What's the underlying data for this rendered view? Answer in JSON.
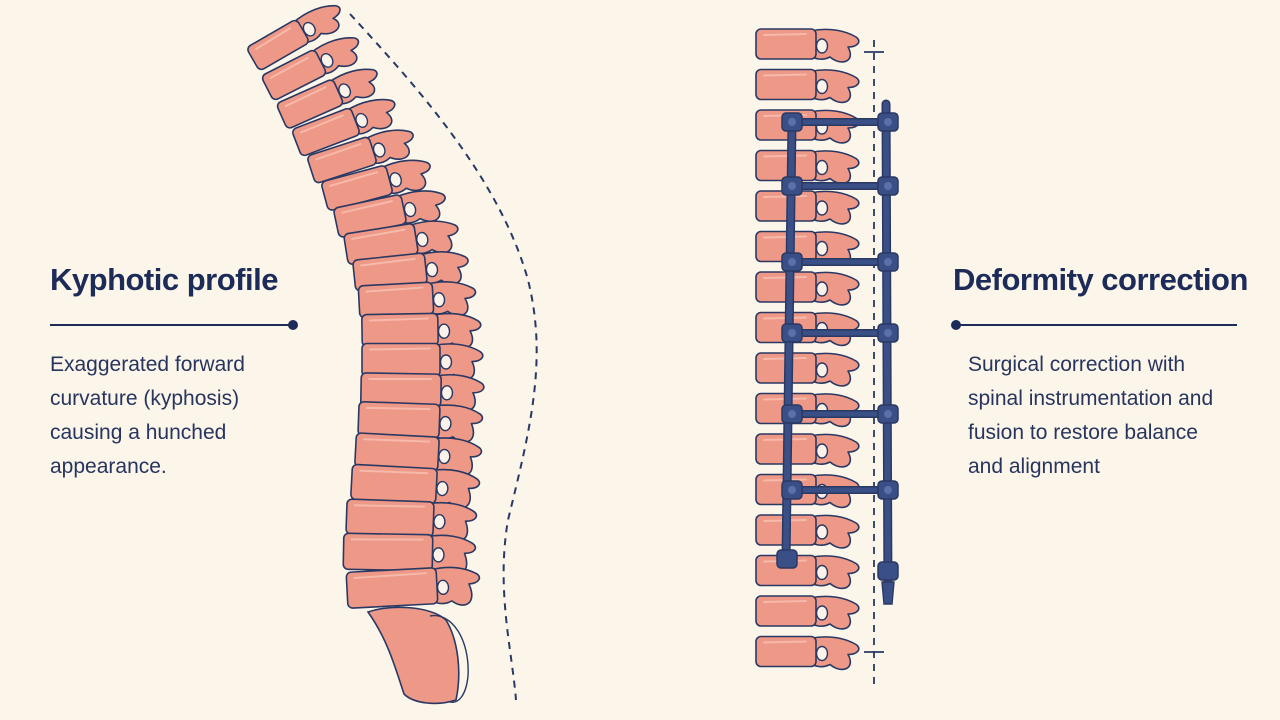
{
  "left_panel": {
    "title": "Kyphotic profile",
    "description": "Exaggerated forward curvature (kyphosis) causing a hunched appearance."
  },
  "right_panel": {
    "title": "Deformity correction",
    "description": "Surgical correction with spinal instrumentation and fusion to restore balance and alignment"
  },
  "colors": {
    "background": "#fbf5ea",
    "bone": "#ee9887",
    "bone_outline": "#2a3963",
    "disc": "#fbf3ea",
    "hardware": "#3a4f86",
    "text_dark": "#1c2b58"
  }
}
